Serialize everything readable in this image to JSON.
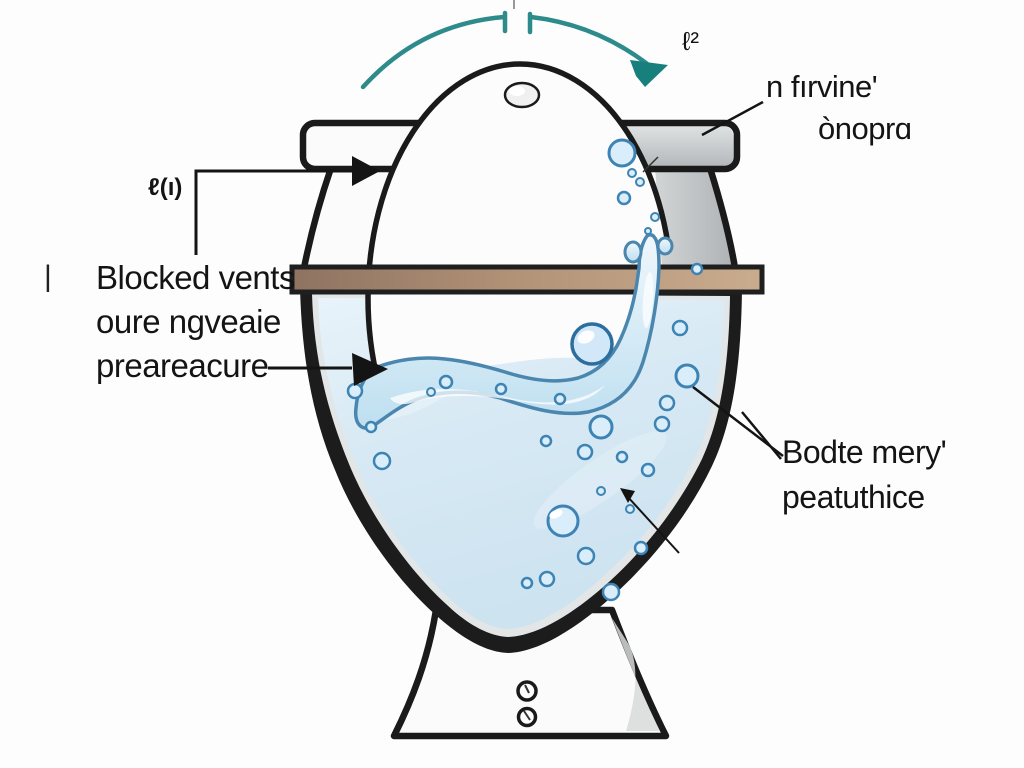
{
  "figure": {
    "type": "illustrated-diagram",
    "subject": "toilet cross-section with overflowing splash, bubbles and annotation labels",
    "labels": {
      "left_pipe_glyph": "|",
      "left_small_glyph": "ℓ(ı)",
      "left_block": [
        "Blocked vents",
        "oure ngveaie",
        "preareacure"
      ],
      "top_right_glyph": "ℓ²",
      "top_right_block": [
        "n fırvine'",
        "ònoprɑ"
      ],
      "bottom_right_block": [
        "Bodte mery'",
        "peatuthice"
      ]
    },
    "colors": {
      "arc_teal": "#2e8b8b",
      "arc_arrow_teal": "#17807d",
      "hinge_bar_brown": "#b6977c",
      "water_blue": "#d7e9f4",
      "bubble_stroke_blue": "#3d84b4",
      "outline_black": "#1a1a1a",
      "porcelain_white": "#fbfbfb",
      "tank_gray": "#c3c6c8",
      "label_text": "#141414"
    }
  }
}
